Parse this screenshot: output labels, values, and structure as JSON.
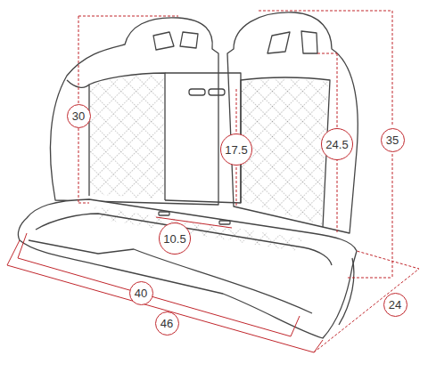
{
  "diagram": {
    "nodes": [
      {
        "text": [
          "30"
        ]
      },
      {
        "text": [
          "17.5"
        ]
      },
      {
        "text": [
          "24.5"
        ]
      },
      {
        "text": [
          "35"
        ]
      },
      {
        "text": [
          "10.5"
        ]
      },
      {
        "text": [
          "40"
        ]
      },
      {
        "text": [
          "46"
        ]
      },
      {
        "text": [
          "24"
        ]
      }
    ]
  }
}
